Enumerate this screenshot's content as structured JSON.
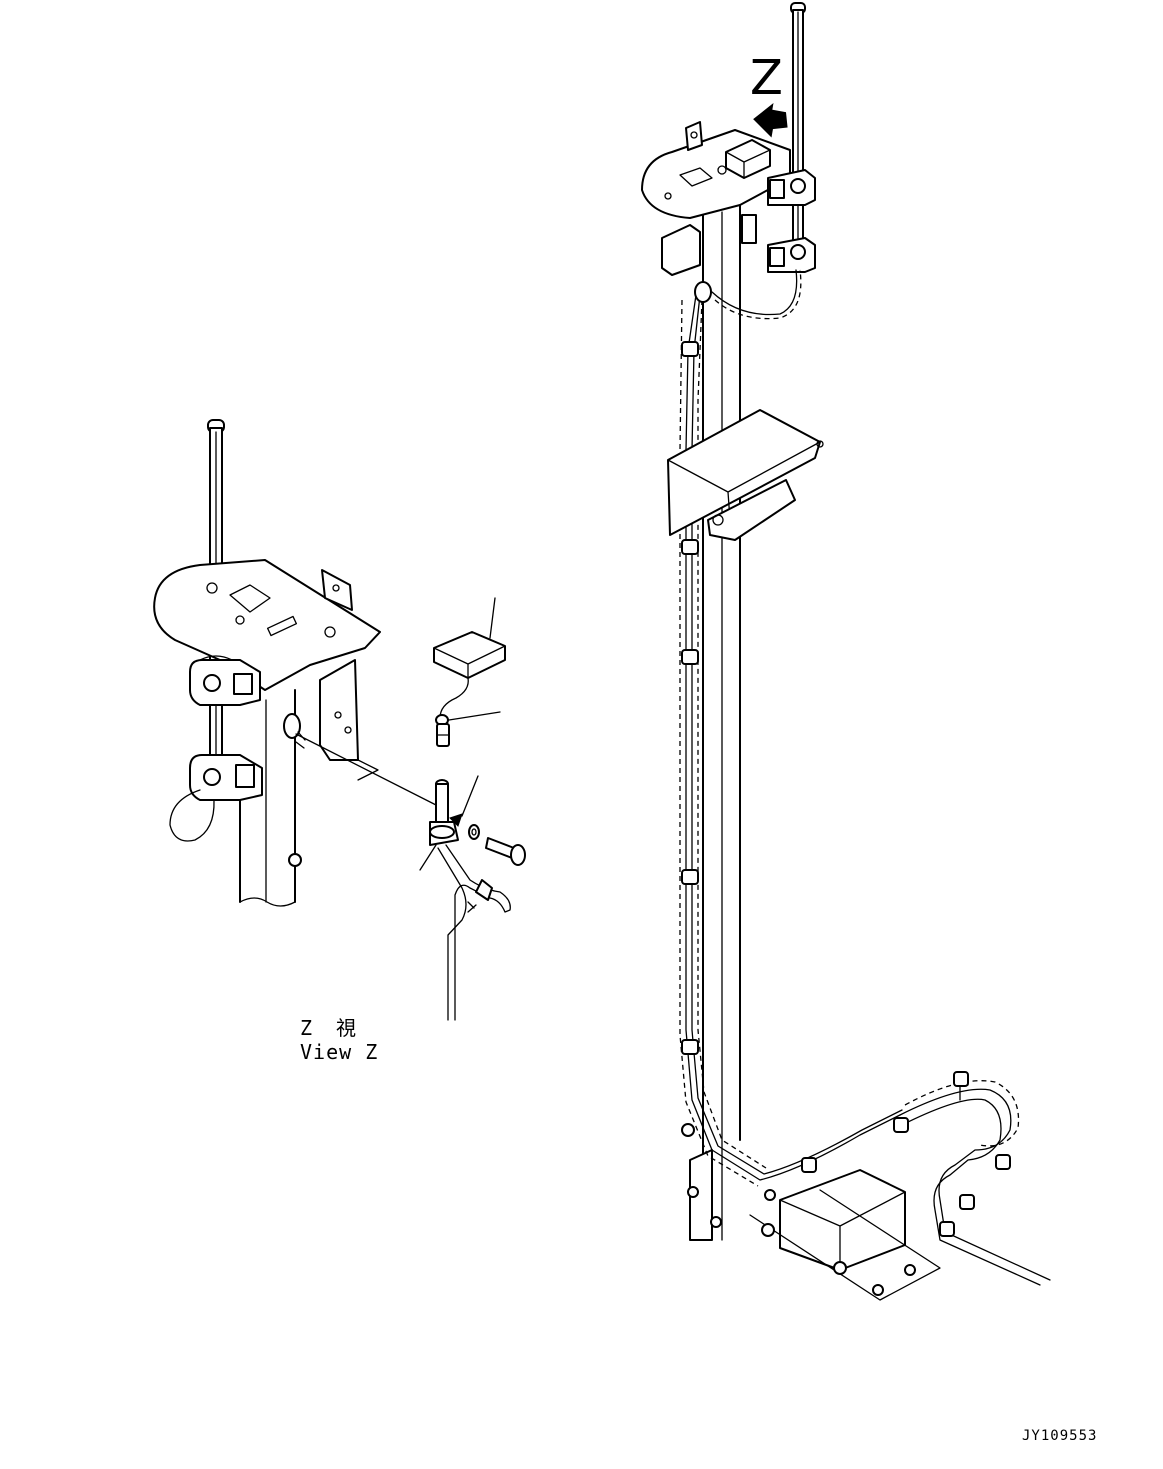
{
  "drawing": {
    "view_arrow_letter": "Z",
    "view_label_jp": "Z　視",
    "view_label_en": "View Z",
    "drawing_code": "JY109553"
  }
}
